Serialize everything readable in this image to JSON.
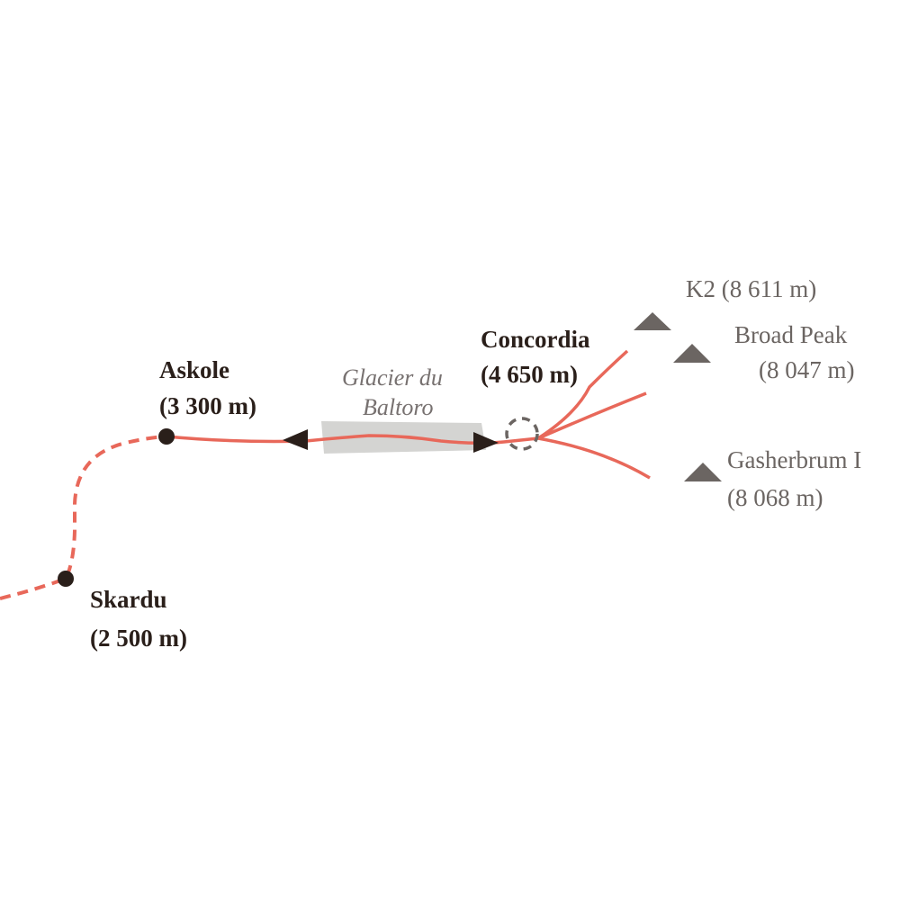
{
  "colors": {
    "route": "#e8685a",
    "town": "#2a1f1a",
    "peak": "#6b6562",
    "glacier": "#d4d4d2"
  },
  "places": [
    {
      "name": "Skardu",
      "altitude": "(2 500 m)"
    },
    {
      "name": "Askole",
      "altitude": "(3 300 m)"
    },
    {
      "name": "Concordia",
      "altitude": "(4 650 m)"
    }
  ],
  "glacier": {
    "line1": "Glacier du",
    "line2": "Baltoro"
  },
  "peaks": [
    {
      "label": "K2 (8 611 m)"
    },
    {
      "name": "Broad Peak",
      "altitude": "(8 047 m)"
    },
    {
      "name": "Gasherbrum I",
      "altitude": "(8 068 m)"
    }
  ]
}
